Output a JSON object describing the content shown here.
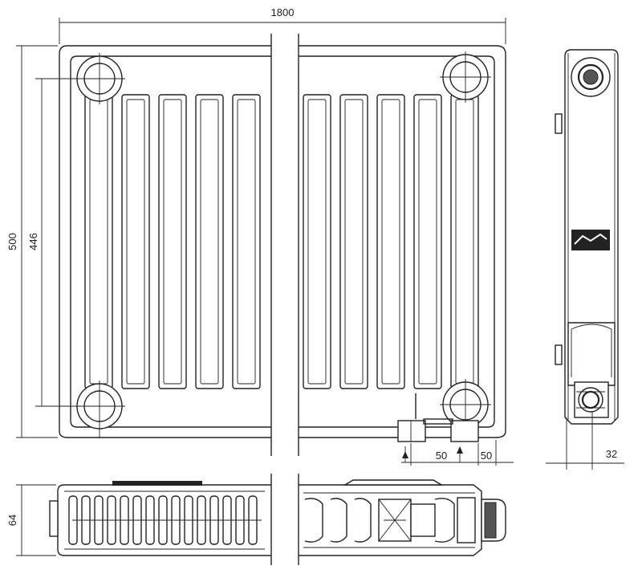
{
  "drawing": {
    "subject": "panel radiator technical drawing",
    "views": [
      "front-view",
      "side-view",
      "top-view"
    ]
  },
  "dimensions": {
    "width": "1800",
    "height": "500",
    "connection_distance": "446",
    "connection_offset_left": "50",
    "connection_offset_right": "50",
    "depth_connection": "32",
    "depth_top": "64"
  }
}
